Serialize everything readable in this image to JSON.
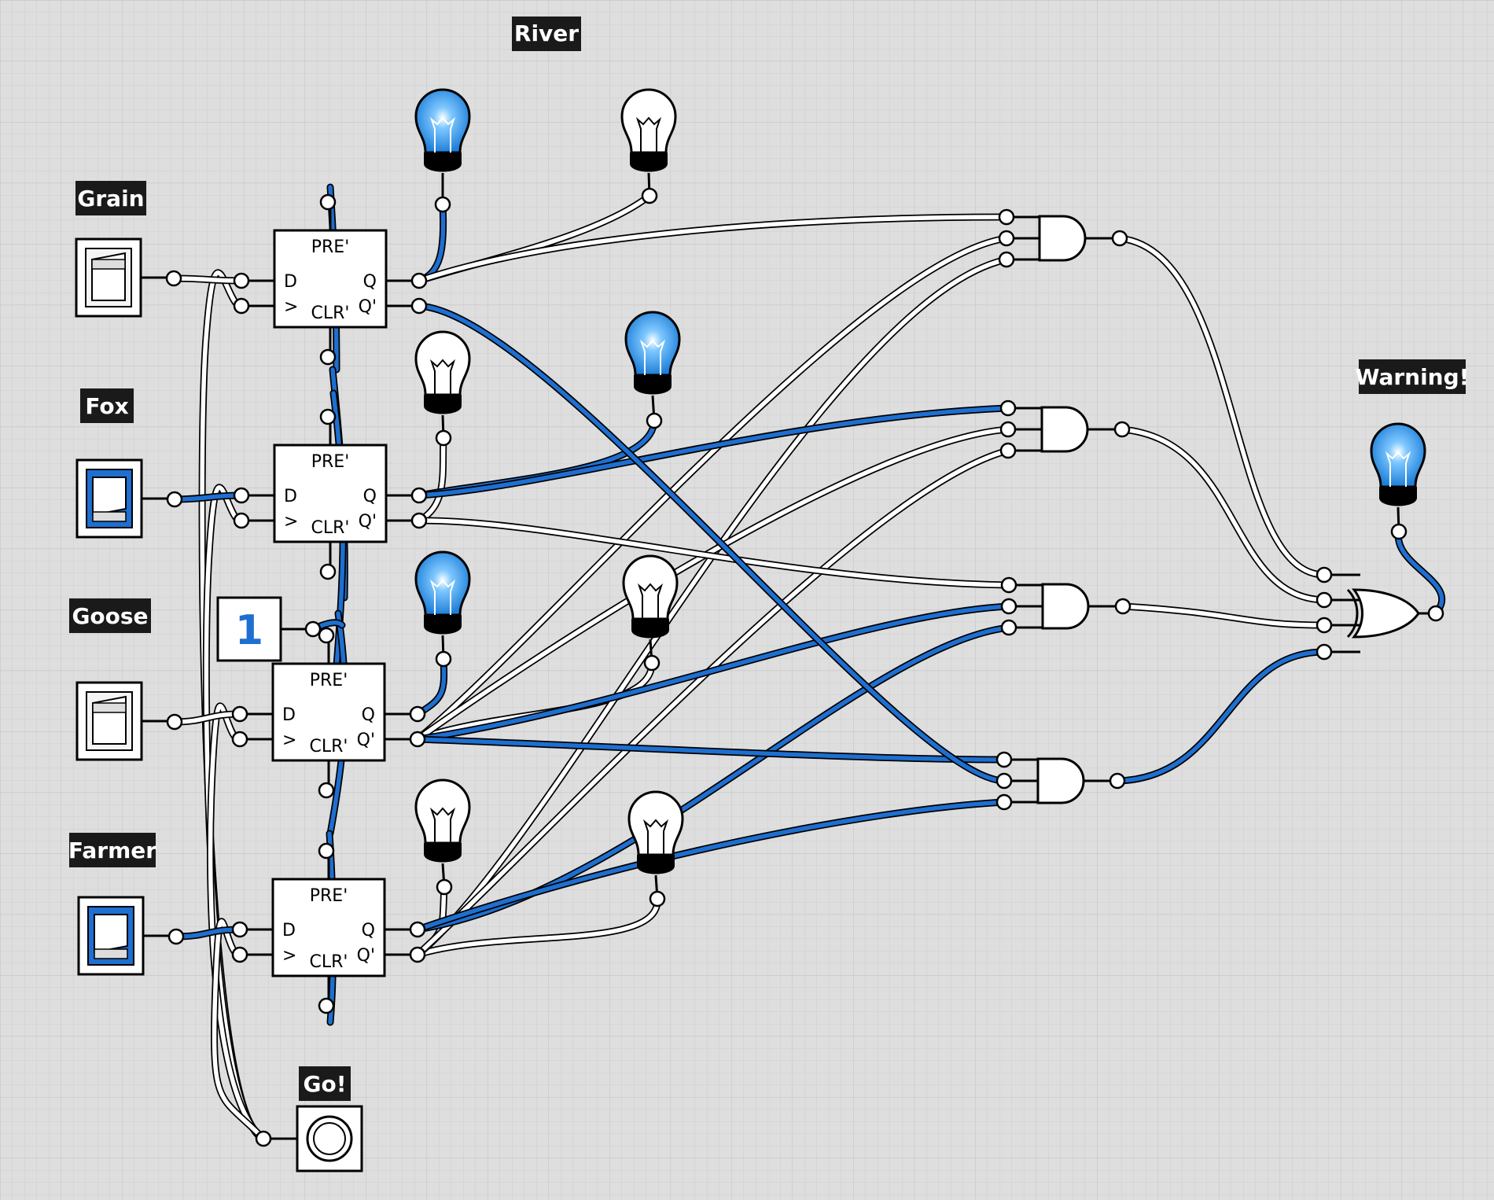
{
  "colors": {
    "canvas": "#dedede",
    "grid_minor": "#cfcfcf",
    "grid_major": "#c4c4c4",
    "wire_on": "#1e6fd0",
    "wire_off": "#ffffff",
    "outline": "#000000",
    "label_bg": "#1a1a1a",
    "label_fg": "#ffffff",
    "bulb_on": "#39a4f0",
    "bulb_off": "#ffffff",
    "constant_fg": "#1e6fd0"
  },
  "labels": {
    "river": "River",
    "grain": "Grain",
    "fox": "Fox",
    "goose": "Goose",
    "farmer": "Farmer",
    "go": "Go!",
    "warning": "Warning!"
  },
  "switches": [
    {
      "name": "grain",
      "on": false
    },
    {
      "name": "fox",
      "on": true
    },
    {
      "name": "goose",
      "on": false
    },
    {
      "name": "farmer",
      "on": true
    }
  ],
  "constant": {
    "value": "1"
  },
  "flipflop_pins": {
    "pre": "PRE'",
    "clr": "CLR'",
    "d": "D",
    "clk": ">",
    "q": "Q",
    "qn": "Q'"
  },
  "flipflops": [
    {
      "name": "grain",
      "q": true,
      "qn": false
    },
    {
      "name": "fox",
      "q": true,
      "qn": false
    },
    {
      "name": "goose",
      "q": false,
      "qn": true
    },
    {
      "name": "farmer",
      "q": true,
      "qn": false
    }
  ],
  "bulbs": [
    {
      "name": "river-near-grain",
      "lit": true
    },
    {
      "name": "river-far-grain",
      "lit": false
    },
    {
      "name": "river-near-fox",
      "lit": false
    },
    {
      "name": "river-far-fox",
      "lit": true
    },
    {
      "name": "river-near-goose",
      "lit": true
    },
    {
      "name": "river-far-goose",
      "lit": false
    },
    {
      "name": "river-near-farmer",
      "lit": false
    },
    {
      "name": "river-far-farmer",
      "lit": false
    },
    {
      "name": "warning",
      "lit": true
    }
  ],
  "and_gates": [
    {
      "name": "and-gate-1",
      "output": false
    },
    {
      "name": "and-gate-2",
      "output": false
    },
    {
      "name": "and-gate-3",
      "output": false
    },
    {
      "name": "and-gate-4",
      "output": true
    }
  ],
  "or_gate": {
    "name": "warning-or-gate",
    "output": true
  }
}
